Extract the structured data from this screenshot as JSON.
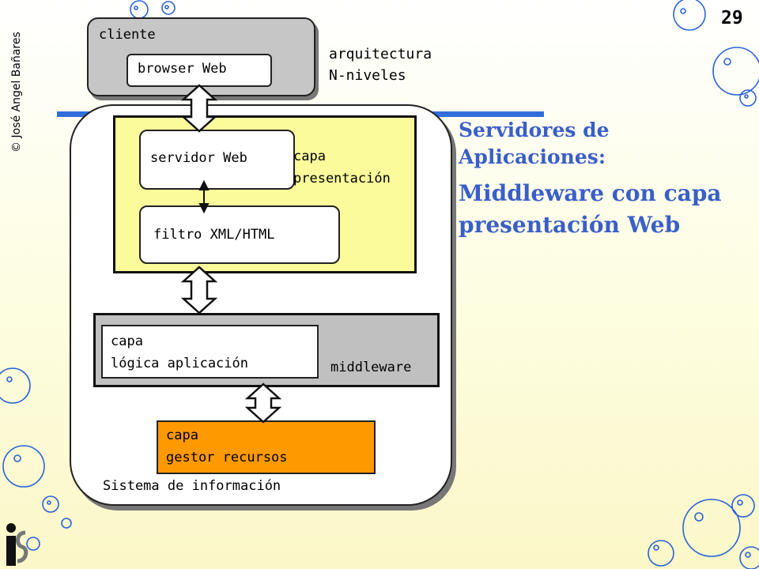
{
  "slide": {
    "number": "29",
    "copyright": "© José Angel Bañares",
    "title_line1": "Servidores de",
    "title_line2": "Aplicaciones:",
    "title_line3": "Middleware con capa",
    "title_line4": "presentación Web",
    "title_color": "#3a5fc8"
  },
  "diagram": {
    "client_label": "cliente",
    "browser_label": "browser Web",
    "arch_line1": "arquitectura",
    "arch_line2": "N-niveles",
    "webserver_label": "servidor Web",
    "pres_line1": "capa",
    "pres_line2": "presentación",
    "filter_label": "filtro XML/HTML",
    "logic_line1": "capa",
    "logic_line2": "lógica aplicación",
    "middleware_label": "middleware",
    "rm_line1": "capa",
    "rm_line2": "gestor recursos",
    "system_label": "Sistema de información"
  }
}
